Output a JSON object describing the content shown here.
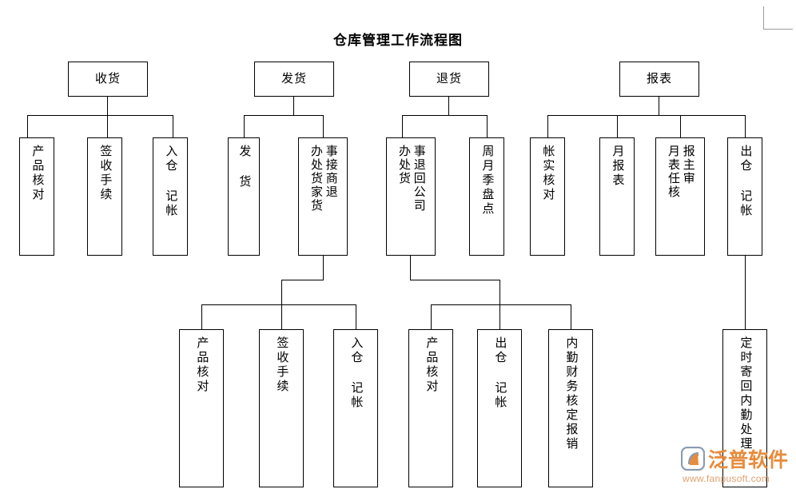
{
  "document": {
    "title": "仓库管理工作流程图"
  },
  "chart_data": {
    "type": "diagram",
    "title": "仓库管理工作流程图",
    "orientation": "top-down-tree",
    "branches": [
      {
        "id": "receiving",
        "header": "收货",
        "children": [
          "产品核对",
          "签收手续",
          "入仓 记帐"
        ]
      },
      {
        "id": "shipping",
        "header": "发货",
        "children": [
          "发 货",
          "事接商退\n办处货家货"
        ]
      },
      {
        "id": "returns",
        "header": "退货",
        "children": [
          "事退回公司\n办处货",
          "周月季盘点"
        ]
      },
      {
        "id": "reports",
        "header": "报表",
        "children": [
          "帐实核对",
          "月报表",
          "报主审\n月表任核",
          "出仓 记帐"
        ]
      }
    ],
    "sub_groups": [
      {
        "id": "shipping-sub",
        "parent": "事接商退 / 办处货家货",
        "children": [
          "产品核对",
          "签收手续",
          "入仓 记帐"
        ]
      },
      {
        "id": "returns-sub",
        "parent": "事退回公司 / 办处货",
        "children": [
          "产品核对",
          "出仓 记帐",
          "内勤财务核定报销"
        ]
      },
      {
        "id": "reports-sub",
        "parent": "出仓 记帐",
        "children": [
          "定时寄回内勤处理"
        ]
      }
    ]
  },
  "nodes": {
    "header_receiving": "收货",
    "header_shipping": "发货",
    "header_returns": "退货",
    "header_reports": "报表",
    "r1_product_check": "产品核对",
    "r1_sign_procedure": "签收手续",
    "r1_inbound_record": "入仓 记帐",
    "s1_ship_goods": "发 货",
    "s1_merchant_return_col_right": "事接商退",
    "s1_merchant_return_col_left": "办处货家货",
    "t1_return_company_col_right": "事退回公司",
    "t1_return_company_col_left": "办处货",
    "t1_inventory_count": "周月季盘点",
    "p1_account_check": "帐实核对",
    "p1_monthly_report": "月报表",
    "p1_director_review_col_right": "报主审",
    "p1_director_review_col_left": "月表任核",
    "p1_outbound_record": "出仓 记帐",
    "s2_product_check": "产品核对",
    "s2_sign_procedure": "签收手续",
    "s2_inbound_record": "入仓 记帐",
    "t2_product_check": "产品核对",
    "t2_outbound_record": "出仓 记帐",
    "t2_finance_reimburse": "内勤财务核定报销",
    "p2_mail_back_office": "定时寄回内勤处理"
  },
  "watermark": {
    "brand": "泛普软件",
    "url": "www.fanpusoft.com",
    "brand_color": "#e88b3c",
    "logo_accent": "#e88b3c",
    "logo_secondary": "#8a9bb0"
  },
  "colors": {
    "background": "#ffffff",
    "stroke": "#000000",
    "text": "#000000",
    "margin_guide": "#9a9a9a"
  }
}
